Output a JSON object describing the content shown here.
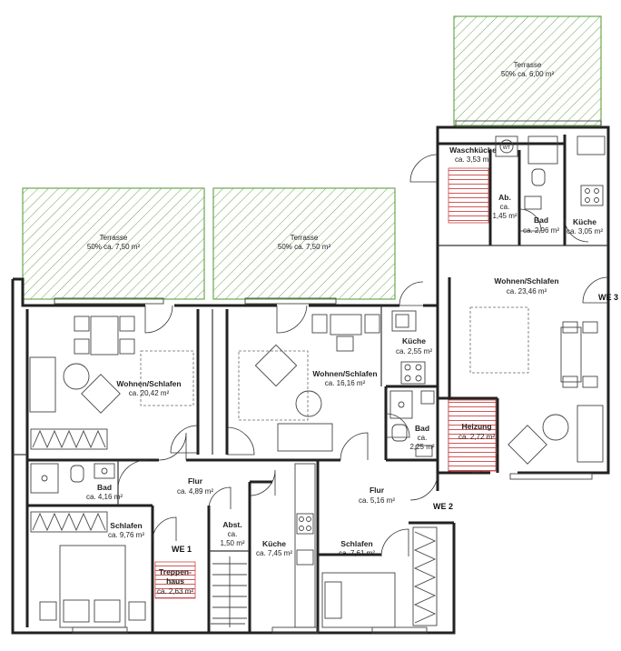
{
  "units": {
    "we1": "WE 1",
    "we2": "WE 2",
    "we3": "WE 3"
  },
  "terraces": [
    {
      "name": "Terrasse",
      "area": "50% ca. 6,00 m²"
    },
    {
      "name": "Terrasse",
      "area": "50% ca. 7,50 m²"
    },
    {
      "name": "Terrasse",
      "area": "50% ca. 7,50 m²"
    }
  ],
  "rooms": {
    "waschkueche": {
      "name": "Waschküche",
      "area": "ca. 3,53 m²"
    },
    "ab": {
      "name": "Ab.",
      "area_line1": "ca.",
      "area_line2": "1,45 m²"
    },
    "bad_we3": {
      "name": "Bad",
      "area": "ca. 2,96 m²"
    },
    "kueche_we3": {
      "name": "Küche",
      "area": "ca. 3,05 m²"
    },
    "wohnen_we3": {
      "name": "Wohnen/Schlafen",
      "area": "ca. 23,46 m²"
    },
    "heizung": {
      "name": "Heizung",
      "area": "ca. 2,72 m²"
    },
    "wohnen_we1": {
      "name": "Wohnen/Schlafen",
      "area": "ca. 20,42 m²"
    },
    "wohnen_we2": {
      "name": "Wohnen/Schlafen",
      "area": "ca. 16,16 m²"
    },
    "kueche_we2": {
      "name": "Küche",
      "area": "ca. 2,55 m²"
    },
    "bad_we2": {
      "name": "Bad",
      "area_line1": "ca.",
      "area_line2": "2,25 m²"
    },
    "bad_we1": {
      "name": "Bad",
      "area": "ca. 4,16 m²"
    },
    "flur_we1": {
      "name": "Flur",
      "area": "ca. 4,89 m²"
    },
    "flur_we2": {
      "name": "Flur",
      "area": "ca. 5,16 m²"
    },
    "schlafen_we1": {
      "name": "Schlafen",
      "area": "ca. 9,76 m²"
    },
    "abst": {
      "name": "Abst.",
      "area_line1": "ca.",
      "area_line2": "1,50 m²"
    },
    "kueche_we1": {
      "name": "Küche",
      "area": "ca. 7,45 m²"
    },
    "schlafen_we2": {
      "name": "Schlafen",
      "area": "ca. 7,61 m²"
    },
    "treppenhaus": {
      "name_line1": "Treppen-",
      "name_line2": "haus",
      "area": "ca. 2,63 m²"
    }
  },
  "fixtures": {
    "washer_label": "WT"
  },
  "colors": {
    "terrace_hatch": "#6aa84f",
    "utility_hatch": "#cc4444",
    "wall": "#222222"
  }
}
